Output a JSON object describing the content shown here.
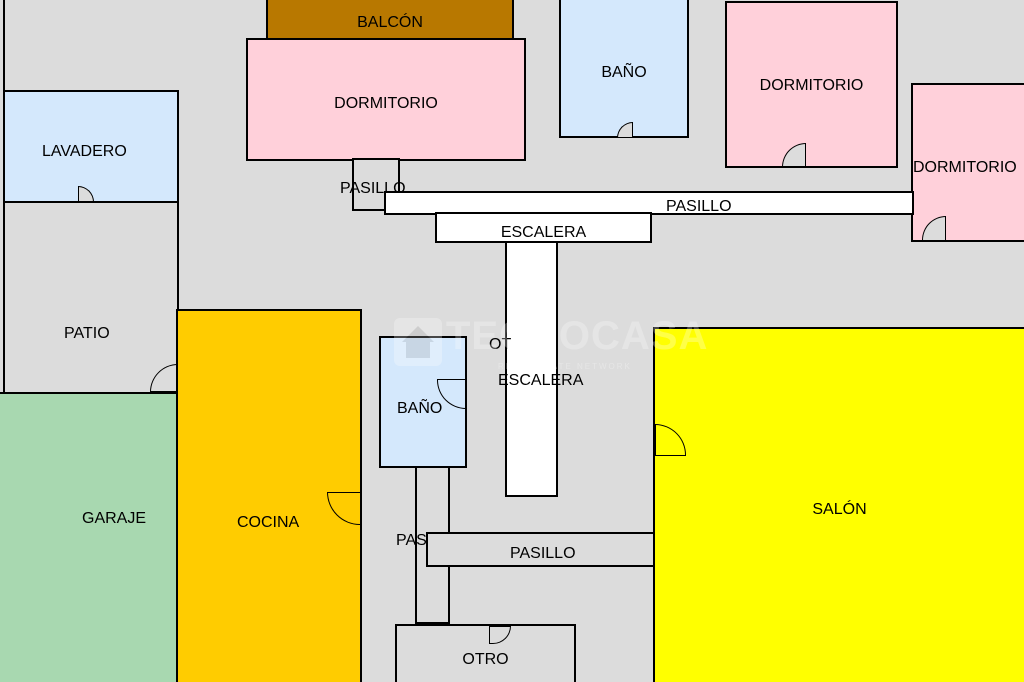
{
  "colors": {
    "background": "#dcdcdc",
    "balcony": "#b87800",
    "bedroom": "#ffd0da",
    "bathroom": "#d4e8fc",
    "laundry": "#d4e8fc",
    "kitchen": "#ffcc00",
    "living": "#ffff00",
    "garage": "#a8d8b0",
    "hallway": "#ffffff",
    "neutral": "#dcdcdc"
  },
  "rooms": {
    "balcon": "BALCÓN",
    "dormitorio_1": "DORMITORIO",
    "bano_1": "BAÑO",
    "dormitorio_2": "DORMITORIO",
    "dormitorio_3": "DORMITORIO",
    "lavadero": "LAVADERO",
    "pasillo_1": "PASILLO",
    "pasillo_2": "PASILLO",
    "escalera_1": "ESCALERA",
    "patio": "PATIO",
    "otro_1": "OT",
    "escalera_2": "ESCALERA",
    "bano_2": "BAÑO",
    "salon": "SALÓN",
    "garaje": "GARAJE",
    "cocina": "COCINA",
    "pasillo_3": "PAS",
    "pasillo_4": "PASILLO",
    "otro_2": "OTRO"
  },
  "watermark": {
    "text": "TECNOCASA",
    "subtext": "REAL ESTATE NETWORK"
  }
}
